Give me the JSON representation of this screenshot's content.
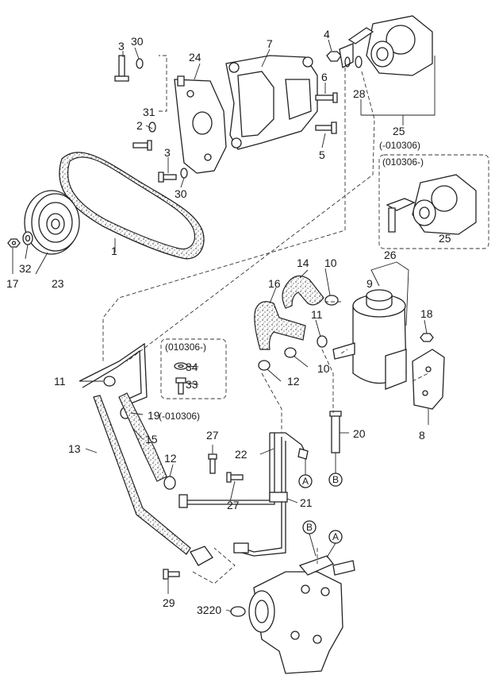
{
  "callouts": {
    "n1": "1",
    "n2": "2",
    "n3a": "3",
    "n3b": "3",
    "n4": "4",
    "n5": "5",
    "n6": "6",
    "n7": "7",
    "n8": "8",
    "n9": "9",
    "n10a": "10",
    "n10b": "10",
    "n11a": "11",
    "n11b": "11",
    "n12a": "12",
    "n12b": "12",
    "n13": "13",
    "n14": "14",
    "n15": "15",
    "n16": "16",
    "n17": "17",
    "n18": "18",
    "n19": "19",
    "n19note": "(-010306)",
    "n20": "20",
    "n21": "21",
    "n22": "22",
    "n23": "23",
    "n24": "24",
    "n25a": "25",
    "n25b": "25",
    "n25note": "(-010306)",
    "n26": "26",
    "n27a": "27",
    "n27b": "27",
    "n28": "28",
    "n29": "29",
    "n30a": "30",
    "n30b": "30",
    "n31": "31",
    "n32": "32",
    "n33": "33",
    "n34": "34",
    "n3220": "3220"
  },
  "insets": {
    "pump_inset_title": "(010306-)",
    "bolt_inset_title": "(010306-)"
  },
  "connectors": {
    "a1": "A",
    "b1": "B",
    "a2": "A",
    "b2": "B"
  }
}
